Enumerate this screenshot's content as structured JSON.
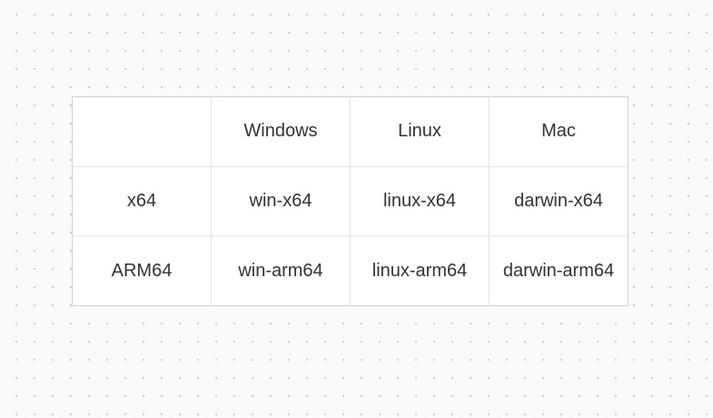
{
  "table": {
    "header": {
      "corner": "",
      "columns": [
        "Windows",
        "Linux",
        "Mac"
      ]
    },
    "rows": [
      {
        "arch": "x64",
        "cells": [
          "win-x64",
          "linux-x64",
          "darwin-x64"
        ]
      },
      {
        "arch": "ARM64",
        "cells": [
          "win-arm64",
          "linux-arm64",
          "darwin-arm64"
        ]
      }
    ]
  }
}
